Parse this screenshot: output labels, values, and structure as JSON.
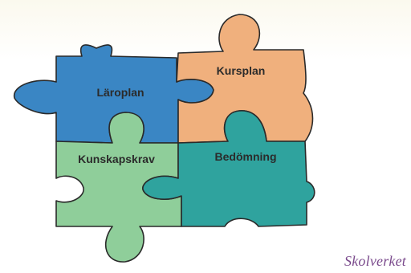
{
  "pieces": {
    "laroplan": {
      "label": "Läroplan",
      "color": "#3a86c4"
    },
    "kursplan": {
      "label": "Kursplan",
      "color": "#f0b07d"
    },
    "kunskapskrav": {
      "label": "Kunskapskrav",
      "color": "#8fce9a"
    },
    "bedomning": {
      "label": "Bedömning",
      "color": "#2fa39e"
    }
  },
  "credit": {
    "text": "Skolverket",
    "color": "#7a4a8c"
  }
}
